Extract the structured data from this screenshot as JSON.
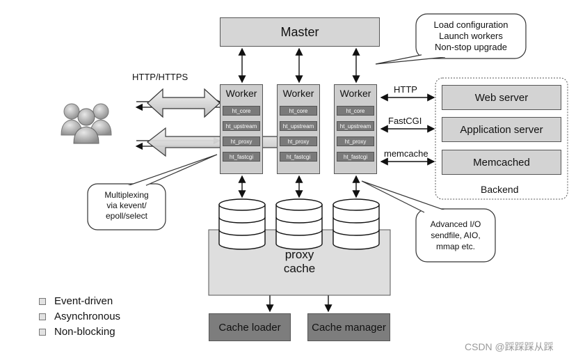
{
  "master": "Master",
  "master_callout": [
    "Load configuration",
    "Launch workers",
    "Non-stop upgrade"
  ],
  "client_label": "HTTP/HTTPS",
  "workers": [
    {
      "title": "Worker",
      "modules": [
        "ht_core",
        "ht_upstream",
        "ht_proxy",
        "ht_fastcgi"
      ]
    },
    {
      "title": "Worker",
      "modules": [
        "ht_core",
        "ht_upstream",
        "ht_proxy",
        "ht_fastcgi"
      ]
    },
    {
      "title": "Worker",
      "modules": [
        "ht_core",
        "ht_upstream",
        "ht_proxy",
        "ht_fastcgi"
      ]
    }
  ],
  "protocols": [
    "HTTP",
    "FastCGI",
    "memcache"
  ],
  "backend": {
    "items": [
      "Web server",
      "Application server",
      "Memcached"
    ],
    "label": "Backend"
  },
  "multiplexing_callout": [
    "Multiplexing",
    "via kevent/",
    "epoll/select"
  ],
  "io_callout": [
    "Advanced I/O",
    "sendfile, AIO,",
    "mmap etc."
  ],
  "cache": [
    "proxy",
    "cache"
  ],
  "cache_loader": "Cache loader",
  "cache_manager": "Cache manager",
  "legend": [
    "Event-driven",
    "Asynchronous",
    "Non-blocking"
  ],
  "watermark": "CSDN @踩踩踩从踩"
}
